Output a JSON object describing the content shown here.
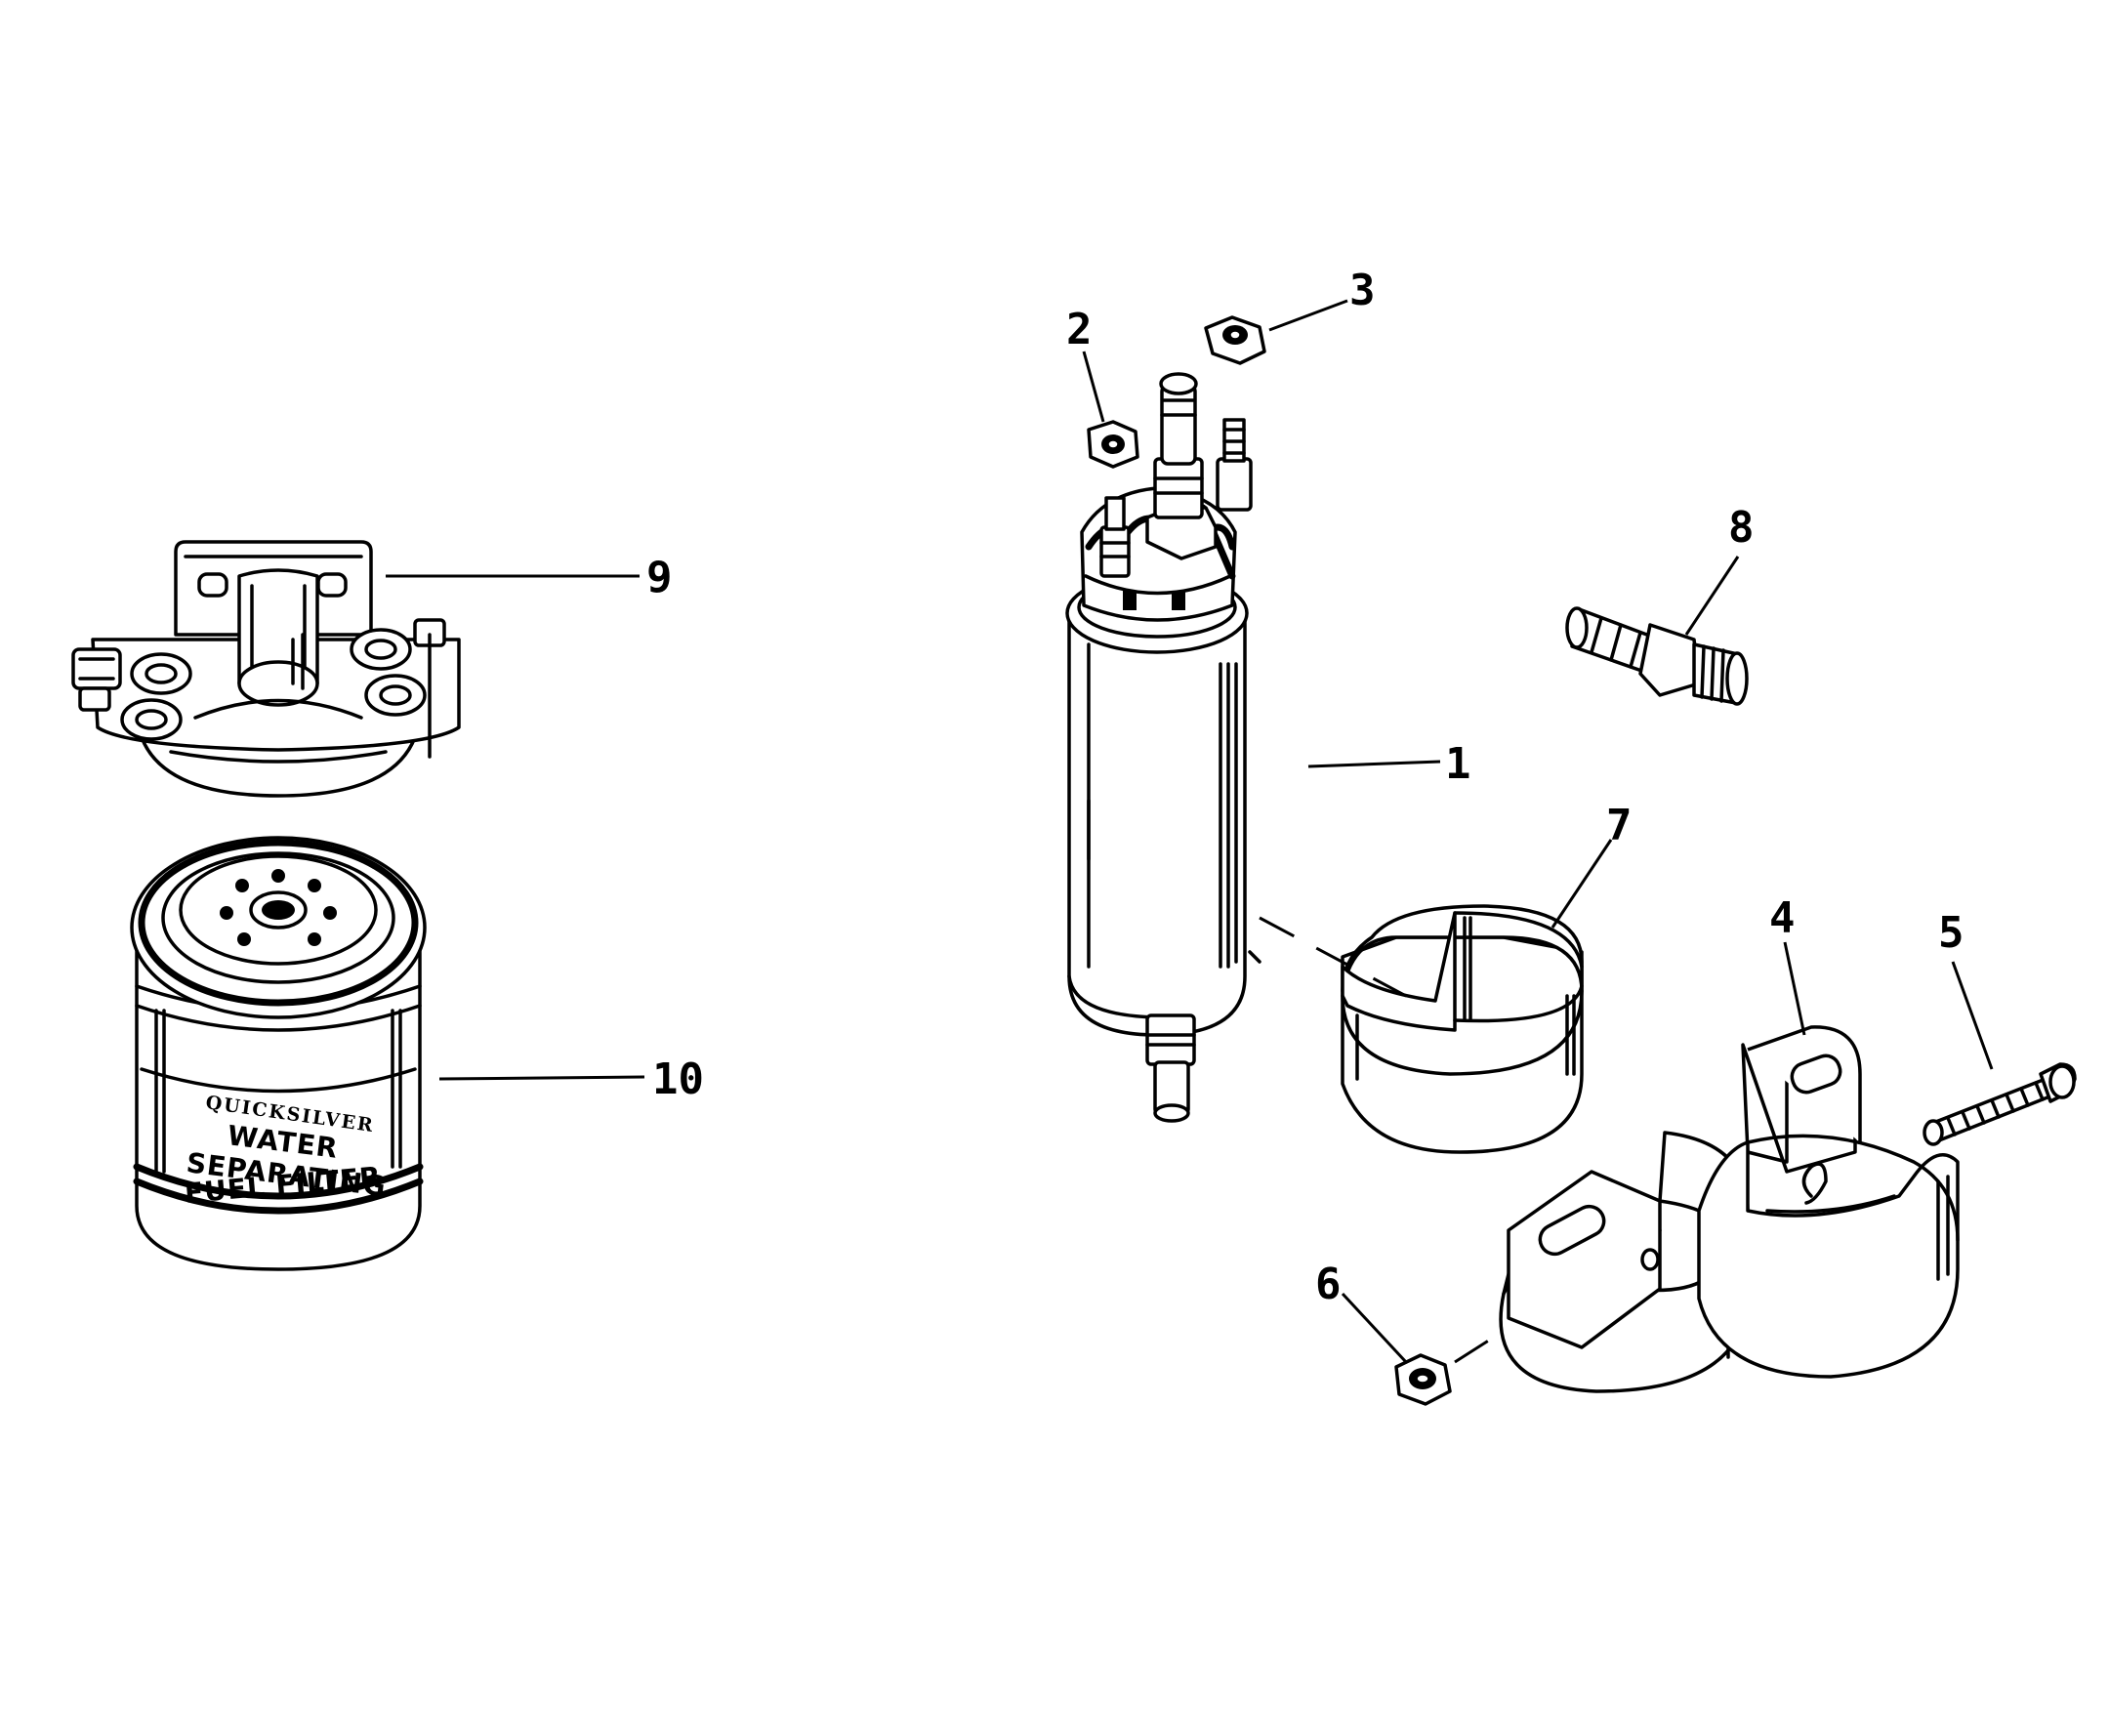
{
  "diagram": {
    "callouts": {
      "c1": "1",
      "c2": "2",
      "c3": "3",
      "c4": "4",
      "c5": "5",
      "c6": "6",
      "c7": "7",
      "c8": "8",
      "c9": "9",
      "c10": "10"
    },
    "filter_label": {
      "brand": "QUICKSILVER",
      "line1": "WATER",
      "line2": "SEPARATING",
      "line3": "FUEL FILTER"
    }
  }
}
